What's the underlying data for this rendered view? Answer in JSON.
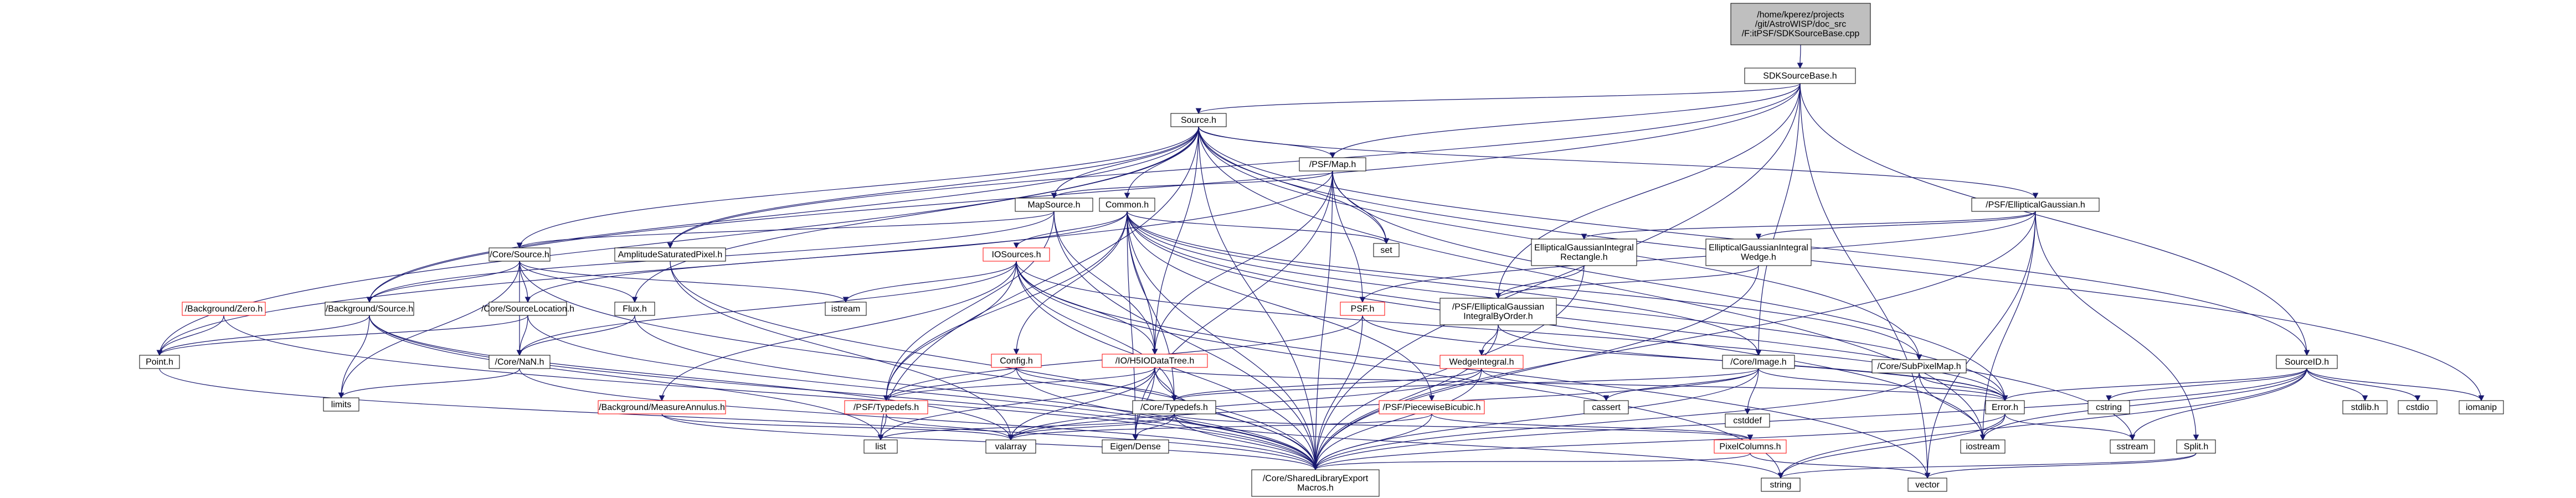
{
  "colors": {
    "edge": "#191970",
    "box_border": "#000000",
    "box_border_incomplete": "#ff0000",
    "root_fill": "#bfbfbf",
    "background": "#ffffff"
  },
  "nodes": [
    {
      "id": "root",
      "label": "/home/kperez/projects /git/AstroWISP/doc_src /F:itPSF/SDKSourceBase.cpp",
      "style": "root"
    },
    {
      "id": "sdk",
      "label": "SDKSourceBase.h"
    },
    {
      "id": "source",
      "label": "Source.h"
    },
    {
      "id": "psfmap",
      "label": "/PSF/Map.h"
    },
    {
      "id": "psfell",
      "label": "/PSF/EllipticalGaussian.h"
    },
    {
      "id": "mapsource",
      "label": "MapSource.h"
    },
    {
      "id": "common",
      "label": "Common.h"
    },
    {
      "id": "set",
      "label": "set"
    },
    {
      "id": "egir",
      "label": "EllipticalGaussianIntegral Rectangle.h"
    },
    {
      "id": "egiw",
      "label": "EllipticalGaussianIntegral Wedge.h"
    },
    {
      "id": "coresource",
      "label": "/Core/Source.h"
    },
    {
      "id": "asp",
      "label": "AmplitudeSaturatedPixel.h"
    },
    {
      "id": "iosources",
      "label": "IOSources.h",
      "style": "red"
    },
    {
      "id": "bgzero",
      "label": "/Background/Zero.h",
      "style": "red"
    },
    {
      "id": "bgsource",
      "label": "/Background/Source.h"
    },
    {
      "id": "sourceloc",
      "label": "/Core/SourceLocation.h"
    },
    {
      "id": "flux",
      "label": "Flux.h"
    },
    {
      "id": "istream",
      "label": "istream"
    },
    {
      "id": "psfh",
      "label": "PSF.h",
      "style": "red"
    },
    {
      "id": "egibyorder",
      "label": "/PSF/EllipticalGaussian IntegralByOrder.h"
    },
    {
      "id": "point",
      "label": "Point.h"
    },
    {
      "id": "nan",
      "label": "/Core/NaN.h"
    },
    {
      "id": "limits",
      "label": "limits"
    },
    {
      "id": "config",
      "label": "Config.h",
      "style": "red"
    },
    {
      "id": "iodata",
      "label": "/IO/H5IODataTree.h",
      "style": "red"
    },
    {
      "id": "wedge",
      "label": "WedgeIntegral.h",
      "style": "red"
    },
    {
      "id": "coreimage",
      "label": "/Core/Image.h"
    },
    {
      "id": "subpix",
      "label": "/Core/SubPixelMap.h"
    },
    {
      "id": "sourceid",
      "label": "SourceID.h"
    },
    {
      "id": "bgmeas",
      "label": "/Background/MeasureAnnulus.h",
      "style": "red"
    },
    {
      "id": "psftypedefs",
      "label": "/PSF/Typedefs.h",
      "style": "red"
    },
    {
      "id": "coretypedefs",
      "label": "/Core/Typedefs.h"
    },
    {
      "id": "piecewise",
      "label": "/PSF/PiecewiseBicubic.h",
      "style": "red"
    },
    {
      "id": "cassert",
      "label": "cassert"
    },
    {
      "id": "cstddef",
      "label": "cstddef"
    },
    {
      "id": "error",
      "label": "Error.h"
    },
    {
      "id": "cstring",
      "label": "cstring"
    },
    {
      "id": "stdlib",
      "label": "stdlib.h"
    },
    {
      "id": "cstdio",
      "label": "cstdio"
    },
    {
      "id": "iomanip",
      "label": "iomanip"
    },
    {
      "id": "list",
      "label": "list"
    },
    {
      "id": "valarray",
      "label": "valarray"
    },
    {
      "id": "eigen",
      "label": "Eigen/Dense"
    },
    {
      "id": "pixcol",
      "label": "PixelColumns.h",
      "style": "red"
    },
    {
      "id": "iostream",
      "label": "iostream"
    },
    {
      "id": "sstream",
      "label": "sstream"
    },
    {
      "id": "split",
      "label": "Split.h"
    },
    {
      "id": "shared",
      "label": "/Core/SharedLibraryExport Macros.h"
    },
    {
      "id": "string",
      "label": "string"
    },
    {
      "id": "vector",
      "label": "vector"
    }
  ],
  "edges": [
    [
      "root",
      "sdk"
    ],
    [
      "sdk",
      "source"
    ],
    [
      "sdk",
      "psfmap"
    ],
    [
      "sdk",
      "egibyorder"
    ],
    [
      "sdk",
      "coreimage"
    ],
    [
      "sdk",
      "sourceid"
    ],
    [
      "sdk",
      "shared"
    ],
    [
      "sdk",
      "vector"
    ],
    [
      "sdk",
      "bgsource"
    ],
    [
      "sdk",
      "asp"
    ],
    [
      "source",
      "psfmap"
    ],
    [
      "source",
      "psfell"
    ],
    [
      "source",
      "mapsource"
    ],
    [
      "source",
      "common"
    ],
    [
      "source",
      "set"
    ],
    [
      "source",
      "coresource"
    ],
    [
      "source",
      "asp"
    ],
    [
      "source",
      "bgsource"
    ],
    [
      "source",
      "flux"
    ],
    [
      "source",
      "point"
    ],
    [
      "source",
      "sourceid"
    ],
    [
      "source",
      "subpix"
    ],
    [
      "source",
      "iodata"
    ],
    [
      "source",
      "iomanip"
    ],
    [
      "source",
      "shared"
    ],
    [
      "source",
      "list"
    ],
    [
      "source",
      "iostream"
    ],
    [
      "psfmap",
      "mapsource"
    ],
    [
      "psfmap",
      "psfh"
    ],
    [
      "psfmap",
      "iodata"
    ],
    [
      "psfmap",
      "set"
    ],
    [
      "psfmap",
      "eigen"
    ],
    [
      "psfmap",
      "error"
    ],
    [
      "psfmap",
      "shared"
    ],
    [
      "psfmap",
      "point"
    ],
    [
      "psfell",
      "psfh"
    ],
    [
      "psfell",
      "egir"
    ],
    [
      "psfell",
      "egiw"
    ],
    [
      "psfell",
      "split"
    ],
    [
      "psfell",
      "iostream"
    ],
    [
      "psfell",
      "vector"
    ],
    [
      "psfell",
      "shared"
    ],
    [
      "mapsource",
      "coresource"
    ],
    [
      "mapsource",
      "psftypedefs"
    ],
    [
      "mapsource",
      "iodata"
    ],
    [
      "mapsource",
      "bgsource"
    ],
    [
      "mapsource",
      "shared"
    ],
    [
      "common",
      "set"
    ],
    [
      "common",
      "coreimage"
    ],
    [
      "common",
      "subpix"
    ],
    [
      "common",
      "iosources"
    ],
    [
      "common",
      "config"
    ],
    [
      "common",
      "iodata"
    ],
    [
      "common",
      "coretypedefs"
    ],
    [
      "common",
      "piecewise"
    ],
    [
      "common",
      "psftypedefs"
    ],
    [
      "common",
      "eigen"
    ],
    [
      "common",
      "error"
    ],
    [
      "common",
      "sourceloc"
    ],
    [
      "common",
      "shared"
    ],
    [
      "common",
      "iostream"
    ],
    [
      "common",
      "sstream"
    ],
    [
      "egir",
      "egibyorder"
    ],
    [
      "egir",
      "shared"
    ],
    [
      "egiw",
      "egibyorder"
    ],
    [
      "egiw",
      "shared"
    ],
    [
      "coresource",
      "sourceloc"
    ],
    [
      "coresource",
      "flux"
    ],
    [
      "coresource",
      "bgsource"
    ],
    [
      "coresource",
      "nan"
    ],
    [
      "coresource",
      "istream"
    ],
    [
      "coresource",
      "limits"
    ],
    [
      "coresource",
      "shared"
    ],
    [
      "asp",
      "shared"
    ],
    [
      "asp",
      "valarray"
    ],
    [
      "iosources",
      "istream"
    ],
    [
      "iosources",
      "bgmeas"
    ],
    [
      "iosources",
      "psftypedefs"
    ],
    [
      "iosources",
      "nan"
    ],
    [
      "iosources",
      "coretypedefs"
    ],
    [
      "iosources",
      "iodata"
    ],
    [
      "iosources",
      "error"
    ],
    [
      "iosources",
      "string"
    ],
    [
      "iosources",
      "vector"
    ],
    [
      "iosources",
      "shared"
    ],
    [
      "bgzero",
      "point"
    ],
    [
      "bgzero",
      "shared"
    ],
    [
      "bgsource",
      "point"
    ],
    [
      "bgsource",
      "limits"
    ],
    [
      "bgsource",
      "list"
    ],
    [
      "bgsource",
      "valarray"
    ],
    [
      "bgsource",
      "shared"
    ],
    [
      "sourceloc",
      "point"
    ],
    [
      "sourceloc",
      "nan"
    ],
    [
      "sourceloc",
      "shared"
    ],
    [
      "flux",
      "nan"
    ],
    [
      "flux",
      "shared"
    ],
    [
      "psfh",
      "psftypedefs"
    ],
    [
      "psfh",
      "shared"
    ],
    [
      "psfh",
      "error"
    ],
    [
      "egibyorder",
      "wedge"
    ],
    [
      "egibyorder",
      "shared"
    ],
    [
      "egibyorder",
      "error"
    ],
    [
      "point",
      "shared"
    ],
    [
      "nan",
      "limits"
    ],
    [
      "nan",
      "shared"
    ],
    [
      "config",
      "psftypedefs"
    ],
    [
      "config",
      "coretypedefs"
    ],
    [
      "config",
      "shared"
    ],
    [
      "iodata",
      "psftypedefs"
    ],
    [
      "iodata",
      "coretypedefs"
    ],
    [
      "iodata",
      "eigen"
    ],
    [
      "iodata",
      "valarray"
    ],
    [
      "iodata",
      "error"
    ],
    [
      "iodata",
      "list"
    ],
    [
      "iodata",
      "shared"
    ],
    [
      "wedge",
      "coretypedefs"
    ],
    [
      "wedge",
      "cassert"
    ],
    [
      "wedge",
      "valarray"
    ],
    [
      "wedge",
      "shared"
    ],
    [
      "coreimage",
      "coretypedefs"
    ],
    [
      "coreimage",
      "cassert"
    ],
    [
      "coreimage",
      "cstddef"
    ],
    [
      "coreimage",
      "error"
    ],
    [
      "coreimage",
      "valarray"
    ],
    [
      "coreimage",
      "shared"
    ],
    [
      "subpix",
      "error"
    ],
    [
      "subpix",
      "shared"
    ],
    [
      "subpix",
      "iostream"
    ],
    [
      "sourceid",
      "error"
    ],
    [
      "sourceid",
      "cstring"
    ],
    [
      "sourceid",
      "stdlib"
    ],
    [
      "sourceid",
      "cstdio"
    ],
    [
      "sourceid",
      "iomanip"
    ],
    [
      "sourceid",
      "iostream"
    ],
    [
      "sourceid",
      "sstream"
    ],
    [
      "sourceid",
      "shared"
    ],
    [
      "sourceid",
      "string"
    ],
    [
      "bgmeas",
      "valarray"
    ],
    [
      "bgmeas",
      "shared"
    ],
    [
      "psftypedefs",
      "list"
    ],
    [
      "psftypedefs",
      "valarray"
    ],
    [
      "coretypedefs",
      "list"
    ],
    [
      "coretypedefs",
      "valarray"
    ],
    [
      "coretypedefs",
      "eigen"
    ],
    [
      "coretypedefs",
      "shared"
    ],
    [
      "coretypedefs",
      "string"
    ],
    [
      "coretypedefs",
      "pixcol"
    ],
    [
      "piecewise",
      "pixcol"
    ],
    [
      "piecewise",
      "shared"
    ],
    [
      "piecewise",
      "valarray"
    ],
    [
      "error",
      "iostream"
    ],
    [
      "error",
      "sstream"
    ],
    [
      "error",
      "shared"
    ],
    [
      "error",
      "string"
    ],
    [
      "pixcol",
      "shared"
    ],
    [
      "pixcol",
      "vector"
    ],
    [
      "split",
      "vector"
    ],
    [
      "split",
      "string"
    ]
  ]
}
